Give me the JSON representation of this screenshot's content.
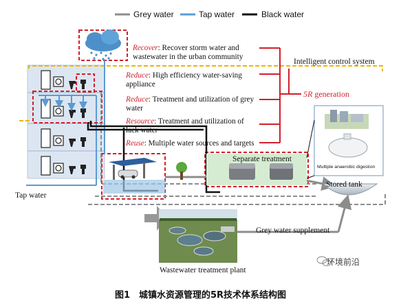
{
  "legend": {
    "grey_water": "Grey water",
    "tap_water": "Tap water",
    "black_water": "Black water",
    "colors": {
      "grey": "#8c8c8c",
      "tap": "#5b9bd5",
      "black": "#111111"
    }
  },
  "five_r": [
    {
      "key": "Recover",
      "text": ": Recover storm water and",
      "text2": "wastewater in the urban community"
    },
    {
      "key": "Reduce",
      "text": ": High efficiency water-saving",
      "text2": "appliance"
    },
    {
      "key": "Reduce",
      "text": ": Treatment and utilization of grey",
      "text2": "water"
    },
    {
      "key": "Resource",
      "text": ": Treatment and utilization of",
      "text2": "lack water"
    },
    {
      "key": "Reuse",
      "text": ": Multiple water sources and targets",
      "text2": ""
    }
  ],
  "labels": {
    "intelligent_control": "Intelligent control system",
    "five_r_generation_italic": "5R",
    "five_r_generation": " generation",
    "separate_treatment": "Separate treatment",
    "multiple_anaerobic": "Multiple anaerobic digestion",
    "stored_tank": "Stored tank",
    "grey_water_supplement": "Grey water supplement",
    "tap_water": "Tap water",
    "wastewater_plant": "Wastewater treatment plant",
    "watermark": "环境前沿",
    "caption": "图1　城镇水资源管理的5R技术体系结构图"
  },
  "colors": {
    "red_dash": "#d11f2b",
    "yellow_dash": "#f0b400",
    "building_bg": "#dce6f2",
    "green_box": "#d6ecd2"
  }
}
